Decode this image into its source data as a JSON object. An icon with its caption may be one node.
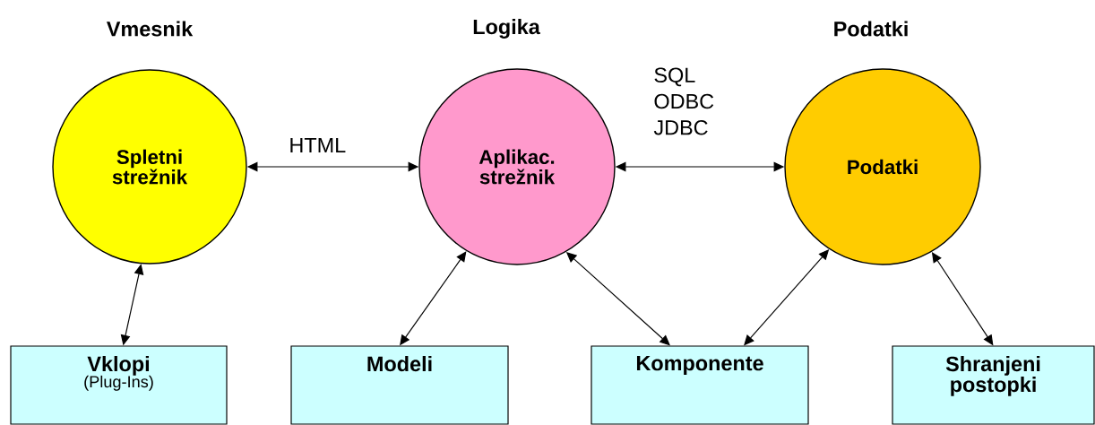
{
  "diagram": {
    "nodes": [
      {
        "text": [
          "Spletni strežnik"
        ]
      },
      {
        "text": [
          "Aplikac. strežnik"
        ]
      },
      {
        "text": [
          "Podatki"
        ]
      },
      {
        "text": [
          "Vklopi",
          "(Plug-Ins)"
        ]
      },
      {
        "text": [
          "Modeli"
        ]
      },
      {
        "text": [
          "Komponente"
        ]
      },
      {
        "text": [
          "Shranjeni postopki"
        ]
      }
    ],
    "edges": [
      {
        "from": 0,
        "to": 1,
        "arrow": "both",
        "label": "HTML"
      },
      {
        "from": 1,
        "to": 2,
        "arrow": "both",
        "label": "SQL ODBC JDBC"
      },
      {
        "from": 0,
        "to": 3,
        "arrow": "both"
      },
      {
        "from": 1,
        "to": 4,
        "arrow": "both"
      },
      {
        "from": 1,
        "to": 5,
        "arrow": "both"
      },
      {
        "from": 2,
        "to": 5,
        "arrow": "both"
      },
      {
        "from": 2,
        "to": 6,
        "arrow": "both"
      }
    ],
    "labels": [
      "Vmesnik",
      "Logika",
      "Podatki"
    ]
  }
}
